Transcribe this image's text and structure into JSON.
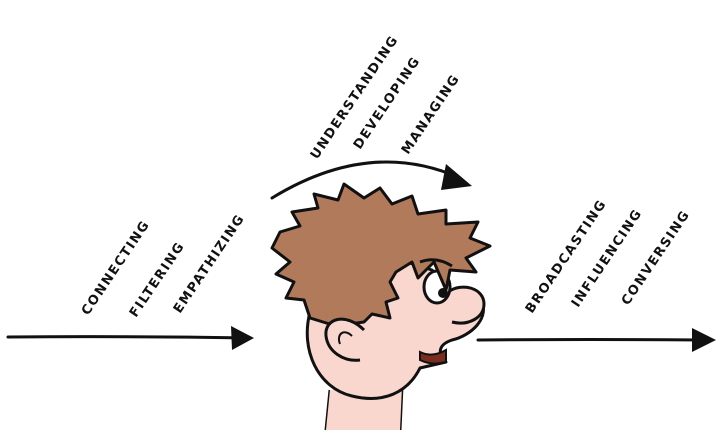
{
  "input_words": [
    "CONNECTING",
    "FILTERING",
    "EMPATHIZING"
  ],
  "process_words": [
    "UNDERSTANDING",
    "DEVELOPING",
    "MANAGING"
  ],
  "output_words": [
    "BROADCASTING",
    "INFLUENCING",
    "CONVERSING"
  ],
  "colors": {
    "ink": "#111111",
    "hair": "#B07A5B",
    "skin": "#F9D7CF",
    "mouth": "#7A2C1E"
  }
}
